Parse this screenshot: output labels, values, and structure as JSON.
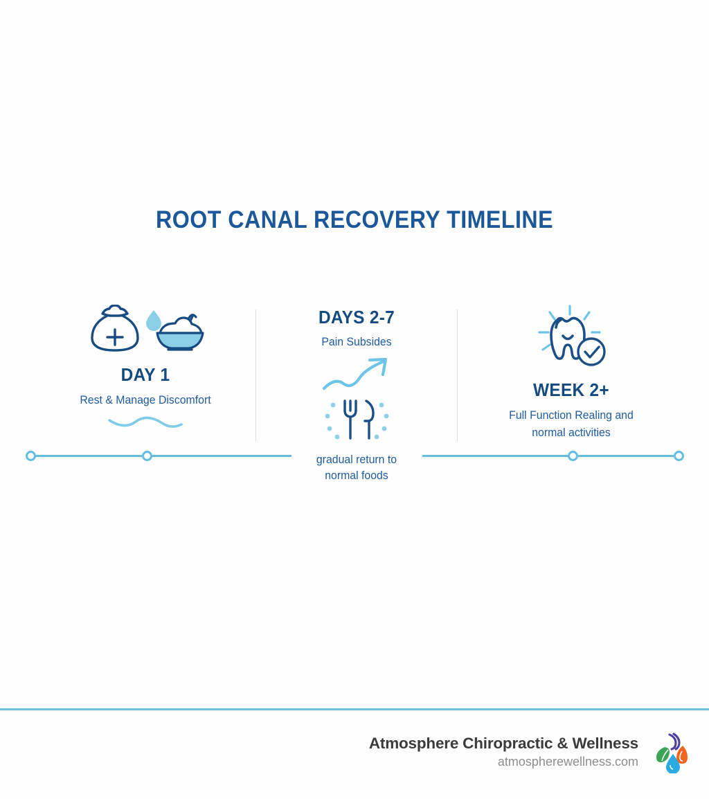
{
  "page": {
    "title": "ROOT CANAL RECOVERY TIMELINE",
    "background": "#fefefe"
  },
  "colors": {
    "title_blue": "#1b5799",
    "heading_navy": "#134a80",
    "body_blue": "#1e5c9e",
    "accent_light_blue": "#62bfe3",
    "divider_gray": "#dadde0",
    "footer_rule": "#6ec1de",
    "brand_dark": "#3b3b3b",
    "brand_gray": "#8e8e8e",
    "logo_green": "#3aa655",
    "logo_purple": "#4c3f9e",
    "logo_blue": "#29abe2",
    "logo_orange": "#f26522"
  },
  "stages": [
    {
      "id": "day-1",
      "heading": "DAY 1",
      "subtitle": "Rest & Manage Discomfort",
      "icons": [
        "ice-pack-icon",
        "water-droplet-icon",
        "soft-food-bowl-icon"
      ],
      "decoration": "wave-divider"
    },
    {
      "id": "days-2-7",
      "heading": "DAYS 2-7",
      "subtitle": "Pain Subsides",
      "footnote": "gradual return to\nnormal foods",
      "footnote_line1": "gradual return to",
      "footnote_line2": "normal foods",
      "icons": [
        "upward-curved-arrow-icon",
        "fork-and-knife-icon"
      ]
    },
    {
      "id": "week-2-plus",
      "heading": "WEEK 2+",
      "subtitle_line1": "Full Function Realing and",
      "subtitle_line2": "normal activities",
      "icons": [
        "smiling-tooth-icon",
        "check-circle-icon"
      ]
    }
  ],
  "timeline": {
    "marker_count": 4,
    "markers": [
      "start",
      "day-1-point",
      "week-2-point",
      "end"
    ]
  },
  "footer": {
    "brand_name": "Atmosphere Chiropractic & Wellness",
    "url": "atmospherewellness.com",
    "logo": "four-elements-logo"
  }
}
